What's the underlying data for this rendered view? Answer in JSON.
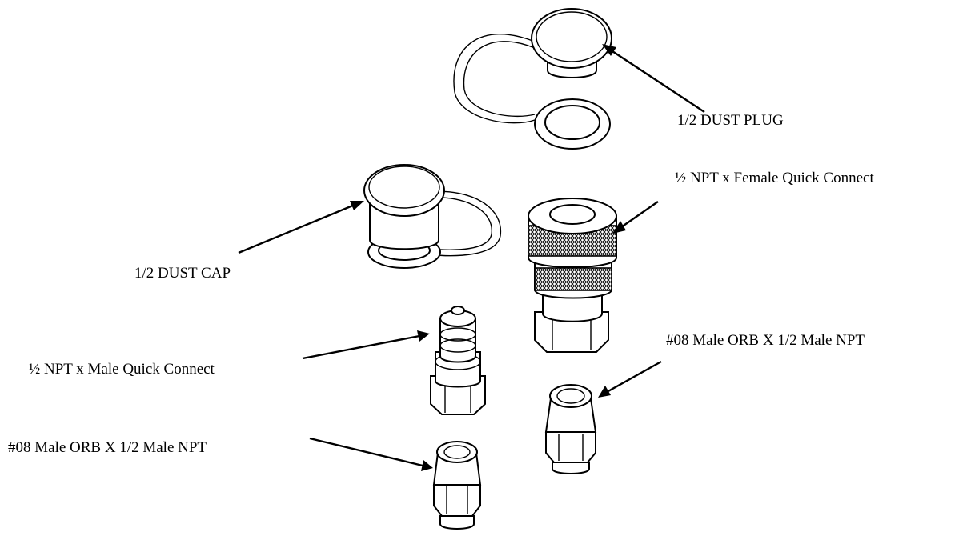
{
  "labels": {
    "dust_plug": "1/2 DUST PLUG",
    "female_qc": "½ NPT x Female Quick Connect",
    "dust_cap": "1/2 DUST CAP",
    "male_qc": "½ NPT x Male Quick Connect",
    "adapter_right": "#08 Male ORB X 1/2 Male NPT",
    "adapter_left": "#08 Male ORB X 1/2 Male NPT"
  },
  "colors": {
    "line": "#000000",
    "background": "#ffffff"
  }
}
